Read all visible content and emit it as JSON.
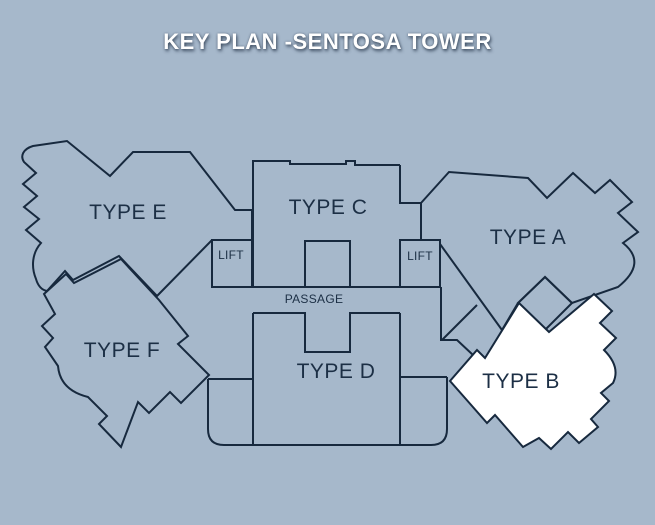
{
  "title": "KEY PLAN -SENTOSA TOWER",
  "colors": {
    "background": "#a6b8cb",
    "outline": "#17293e",
    "label_text": "#1c2f45",
    "title_text": "#ffffff",
    "highlight_fill": "#ffffff"
  },
  "units": [
    {
      "label": "TYPE E",
      "highlighted": false
    },
    {
      "label": "TYPE C",
      "highlighted": false
    },
    {
      "label": "TYPE A",
      "highlighted": false
    },
    {
      "label": "TYPE F",
      "highlighted": false
    },
    {
      "label": "TYPE D",
      "highlighted": false
    },
    {
      "label": "TYPE B",
      "highlighted": true
    }
  ],
  "core": {
    "lift_left": "LIFT",
    "lift_right": "LIFT",
    "passage": "PASSAGE"
  }
}
